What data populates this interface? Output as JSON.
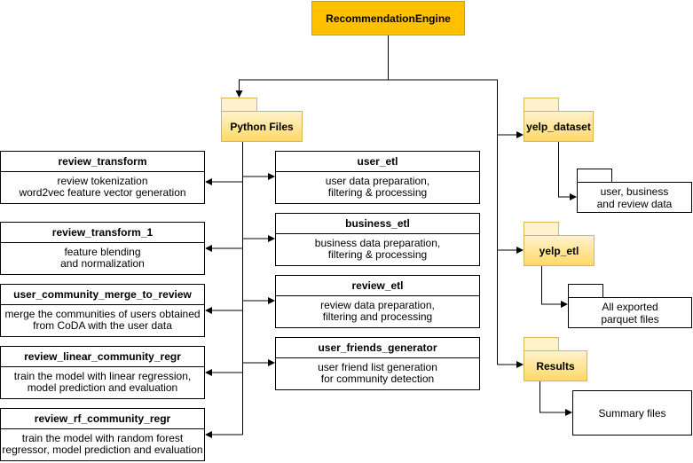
{
  "root": {
    "label": "RecommendationEngine"
  },
  "folders": {
    "python_files": "Python Files",
    "yelp_dataset": "yelp_dataset",
    "yelp_etl": "yelp_etl",
    "results": "Results"
  },
  "leaves": {
    "yelp_dataset_content": "user, business\nand review data",
    "yelp_etl_content": "All exported\nparquet files",
    "results_content": "Summary files"
  },
  "left_modules": [
    {
      "title": "review_transform",
      "desc": "review tokenization\nword2vec feature vector generation"
    },
    {
      "title": "review_transform_1",
      "desc": "feature blending\nand normalization"
    },
    {
      "title": "user_community_merge_to_review",
      "desc": "merge the communities of users obtained\nfrom CoDA with the user data"
    },
    {
      "title": "review_linear_community_regr",
      "desc": "train the model with linear regression,\nmodel prediction and evaluation"
    },
    {
      "title": "review_rf_community_regr",
      "desc": "train the model with random forest\nregressor, model prediction and evaluation"
    }
  ],
  "right_modules": [
    {
      "title": "user_etl",
      "desc": "user data preparation,\nfiltering & processing"
    },
    {
      "title": "business_etl",
      "desc": "business data preparation,\nfiltering & processing"
    },
    {
      "title": "review_etl",
      "desc": "review data preparation,\nfiltering and processing"
    },
    {
      "title": "user_friends_generator",
      "desc": "user friend list generation\nfor community detection"
    }
  ]
}
